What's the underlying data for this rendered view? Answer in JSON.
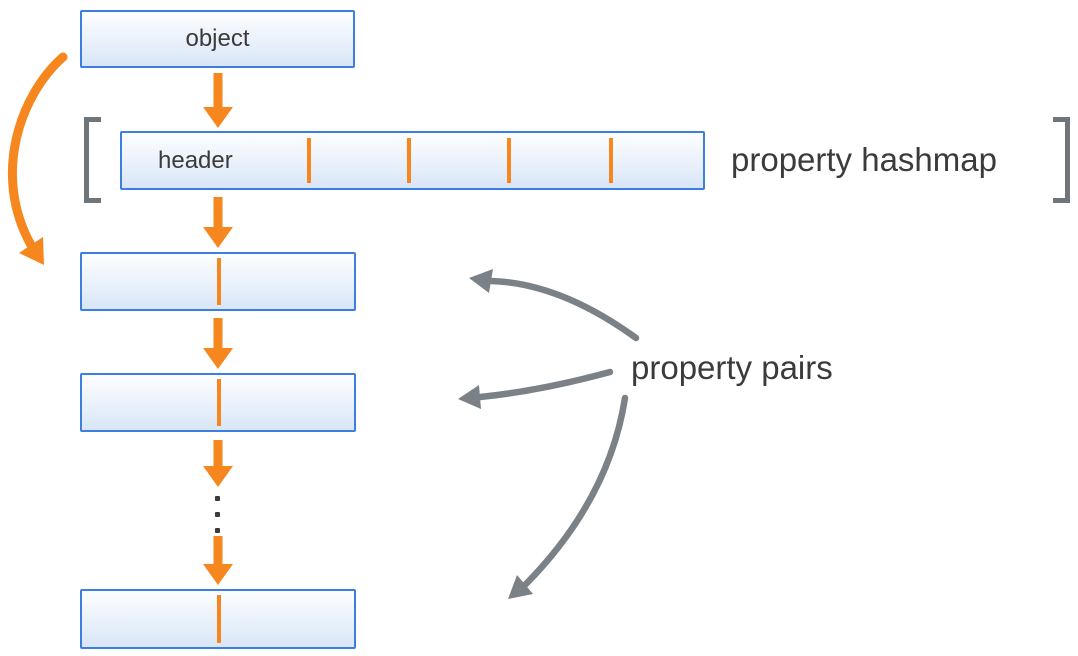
{
  "labels": {
    "object": "object",
    "header": "header",
    "hashmap": "property hashmap",
    "pairs": "property pairs"
  },
  "structure": {
    "header_slot_dividers": 4,
    "property_pair_boxes": 3,
    "ellipsis_dots": 3,
    "hashmap_bracketed": true
  },
  "icons": {
    "down_arrows": "orange-down-arrow-icon",
    "loop_arrow": "orange-curved-arrow-icon",
    "pointer_arrows": "gray-curved-arrow-icon"
  },
  "colors": {
    "background": "#FFFFFF",
    "box_border": "#3C7FE1",
    "box_fill_top": "#FDFEFF",
    "box_fill_bottom": "#D9E6F7",
    "orange": "#F6871E",
    "gray_arrow": "#7B8287",
    "bracket": "#6E757B",
    "text": "#3B3B3B"
  }
}
